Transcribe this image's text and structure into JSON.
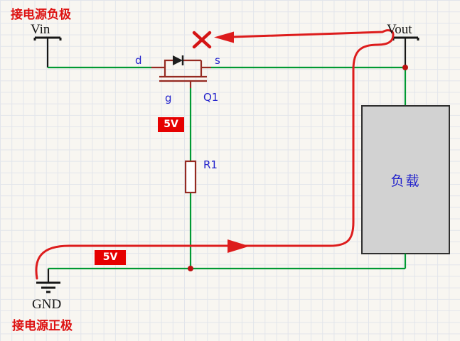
{
  "notes": {
    "top": "接电源负极",
    "bottom": "接电源正极"
  },
  "terminals": {
    "vin": "Vin",
    "vout": "Vout",
    "gnd": "GND"
  },
  "transistor": {
    "ref": "Q1",
    "drain": "d",
    "source": "s",
    "gate": "g"
  },
  "resistor": {
    "ref": "R1"
  },
  "load": {
    "label": "负载"
  },
  "badges": {
    "gate_voltage": "5V",
    "supply_voltage": "5V"
  },
  "colors": {
    "wire_green": "#009933",
    "component_red": "#952a22",
    "label_blue": "#2323cc",
    "annotation_red": "#dd1c1c",
    "badge_background": "#e60000",
    "junction_dot": "#bb1111",
    "load_fill": "#d2d2d2",
    "terminal_black": "#161616"
  }
}
